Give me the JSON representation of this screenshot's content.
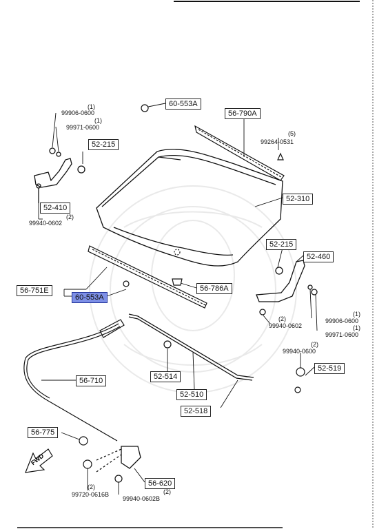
{
  "diagram": {
    "parts": {
      "p_60_553A_top": "60-553A",
      "p_56_790A": "56-790A",
      "p_52_215_top": "52-215",
      "p_52_310": "52-310",
      "p_52_410": "52-410",
      "p_52_215_right": "52-215",
      "p_52_460": "52-460",
      "p_56_751E": "56-751E",
      "p_60_553A_sel": "60-553A",
      "p_56_786A": "56-786A",
      "p_56_710": "56-710",
      "p_52_514": "52-514",
      "p_52_510": "52-510",
      "p_52_518": "52-518",
      "p_52_519": "52-519",
      "p_56_775": "56-775",
      "p_56_620": "56-620"
    },
    "numbers": {
      "n_99906_left": "99906-0600",
      "n_99971_left": "99971-0600",
      "n_99264": "99264-0531",
      "n_99940_left": "99940-0602",
      "n_99940_right": "99940-0602",
      "n_99906_right": "99906-0600",
      "n_99971_right": "99971-0600",
      "n_99940_0600": "99940-0600",
      "n_99720": "99720-0616B",
      "n_99940_602B": "99940-0602B"
    },
    "qty": {
      "q1": "(1)",
      "q2": "(1)",
      "q3": "(5)",
      "q4": "(2)",
      "q5": "(2)",
      "q6": "(1)",
      "q7": "(1)",
      "q8": "(2)",
      "q9": "(2)",
      "q10": "(2)"
    },
    "direction_label": "FWD"
  }
}
